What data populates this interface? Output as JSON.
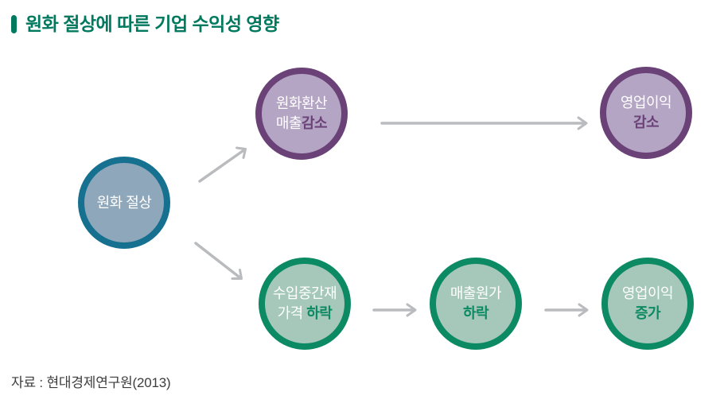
{
  "title": {
    "text": "원화 절상에 따른 기업 수익성 영향"
  },
  "nodes": {
    "won_appreciation": {
      "label": "원화 절상"
    },
    "fx_sales_decrease": {
      "line1": "원화환산",
      "line2_normal": "매출",
      "line2_emph": "감소"
    },
    "profit_decrease": {
      "line1": "영업이익",
      "line2_emph": "감소"
    },
    "import_price_drop": {
      "line1": "수입중간재",
      "line2_normal": "가격 ",
      "line2_emph": "하락"
    },
    "cost_drop": {
      "line1": "매출원가",
      "line2_emph": "하락"
    },
    "profit_increase": {
      "line1": "영업이익",
      "line2_emph": "증가"
    }
  },
  "source": "자료 : 현대경제연구원(2013)",
  "colors": {
    "title_green": "#00795e",
    "blue_border": "#16708f",
    "blue_fill": "#8ea7ba",
    "purple_border": "#6a4277",
    "purple_fill": "#b5a5c5",
    "green_border": "#0c8a63",
    "green_fill": "#a5c8ba",
    "arrow_gray": "#b9bbbe",
    "source_text": "#3d3d3d"
  }
}
